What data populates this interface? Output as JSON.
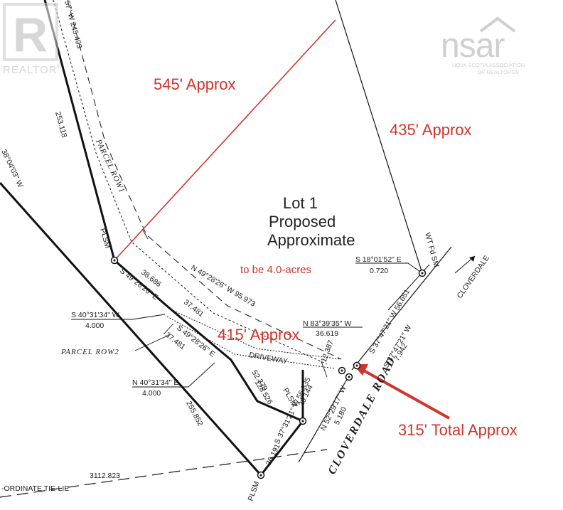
{
  "logos": {
    "realtor": {
      "text": "REALTOR",
      "mark": "®",
      "icon": "realtor-r-icon"
    },
    "nsar": {
      "text": "nsar",
      "line1": "NOVA SCOTIA ASSOCIATION",
      "line2": "OF REALTORS®",
      "icon": "house-roof-icon"
    }
  },
  "annotations": {
    "approx_545": "545' Approx",
    "approx_435": "435' Approx",
    "approx_415": "415' Approx",
    "total_315": "315' Total Approx",
    "lot_line1": "Lot 1",
    "lot_line2": "Proposed",
    "lot_line3": "Approximate",
    "acres": "to be 4.0-acres"
  },
  "survey_labels": {
    "top_bearing": "57\" W 245.493",
    "left_bearing": "38°04'03\" W",
    "dist_253": "253.118",
    "parcel_row1": "PARCEL ROW1",
    "plsm_1": "PLSM",
    "plsm_2": "PLSM",
    "plsm_3": "PLSM",
    "wt_fd_sm": "WT Fd SM",
    "s18": "S 18°01'52\" E",
    "d0720": "0.720",
    "n49_long": "N 49°28'26\" W 95.973",
    "d38686": "38.686",
    "s49_1": "S 49°28'26\" E",
    "s40": "S 40°31'34\" W",
    "d4000a": "4.000",
    "d37481a": "37.481",
    "s49_2": "S 49°28'26\" E",
    "d37481b": "37.481",
    "parcel_row2": "PARCEL ROW2",
    "n40": "N 40°31'34\" E",
    "d4000b": "4.000",
    "driveway": "DRIVEWAY",
    "n83": "N 83°39'35\" W",
    "d36619": "36.619",
    "d12387": "12.387",
    "d52379": "52.379",
    "d128526": "128.526",
    "d20144": "20.144",
    "s37_5633": "S 37°31'21\" W 56.335",
    "d255852": "255.852",
    "d36191": "36.191",
    "s37_mid": "S 37°31'21\" W",
    "d5180": "5.180",
    "n52": "N 52°29'17\" W",
    "s37_5665": "S 37°47'21\" W 56.651",
    "s37_b": "S 37°47'21\" W",
    "d7942": "7.942",
    "cloverdale_small": "CLOVERDALE",
    "cloverdale_road": "CLOVERDALE ROAD",
    "d3112": "3112.823",
    "tie_line": "-ORDINATE TIE-LIE"
  }
}
